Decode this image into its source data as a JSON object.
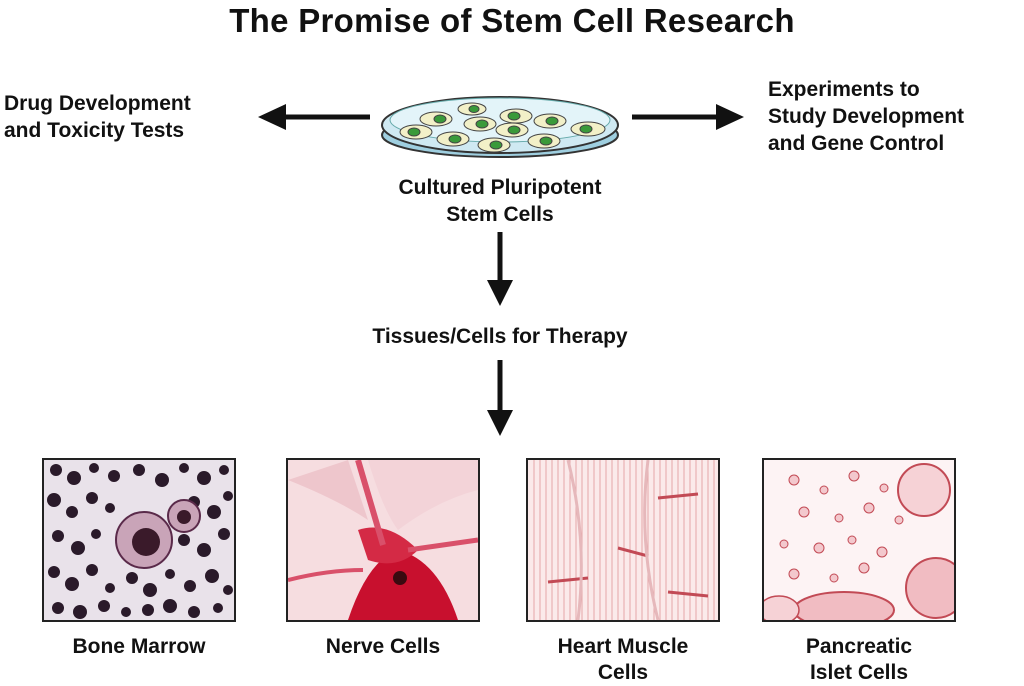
{
  "title": "The Promise of Stem Cell Research",
  "left_label": {
    "line1": "Drug Development",
    "line2": "and Toxicity Tests"
  },
  "right_label": {
    "line1": "Experiments to",
    "line2": "Study Development",
    "line3": "and Gene Control"
  },
  "center_label": {
    "line1": "Cultured Pluripotent",
    "line2": "Stem Cells"
  },
  "therapy_label": "Tissues/Cells for Therapy",
  "panels": [
    {
      "label_line1": "Bone Marrow",
      "label_line2": ""
    },
    {
      "label_line1": "Nerve Cells",
      "label_line2": ""
    },
    {
      "label_line1": "Heart Muscle",
      "label_line2": "Cells"
    },
    {
      "label_line1": "Pancreatic",
      "label_line2": "Islet Cells"
    }
  ],
  "colors": {
    "arrow": "#111111",
    "dish_fill": "#cfe9f2",
    "cell_fill": "#f2f0c8",
    "nucleus": "#3a9a3a",
    "tissue_red": "#c8102e"
  }
}
